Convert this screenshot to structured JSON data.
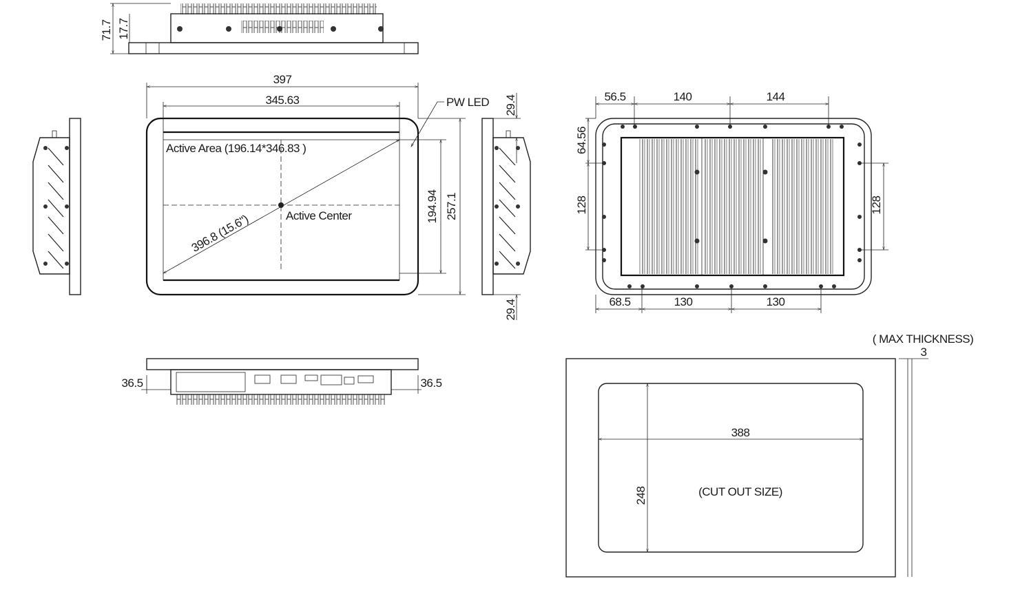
{
  "drawing": {
    "top_view": {
      "height_total": "71.7",
      "flange_height": "17.7"
    },
    "front_view": {
      "overall_width": "397",
      "active_width": "345.63",
      "pw_led_label": "PW LED",
      "active_area_label": "Active Area (196.14*346.83 )",
      "active_center_label": "Active Center",
      "diagonal_label": "396.8 (15.6\")",
      "active_height": "194.94",
      "overall_height": "257.1"
    },
    "side_view": {
      "top_offset": "29.4",
      "bottom_offset": "29.4"
    },
    "rear_view": {
      "top_dims": [
        "56.5",
        "140",
        "144"
      ],
      "left_top": "64.56",
      "left_span": "128",
      "right_span": "128",
      "bottom_dims": [
        "68.5",
        "130",
        "130"
      ]
    },
    "bottom_view": {
      "left_offset": "36.5",
      "right_offset": "36.5"
    },
    "cutout": {
      "width": "388",
      "height": "248",
      "label": "(CUT OUT SIZE)",
      "max_thickness_label": "( MAX THICKNESS)",
      "max_thickness": "3"
    }
  }
}
